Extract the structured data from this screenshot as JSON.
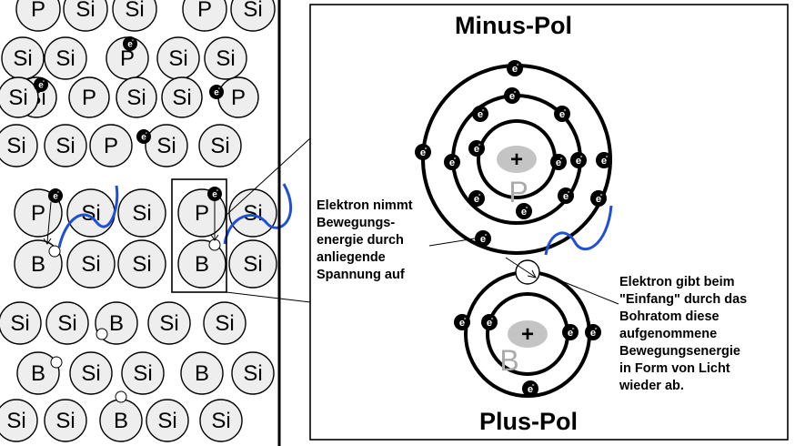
{
  "lattice": {
    "rows": [
      [
        "P",
        "Si",
        "Si",
        "P",
        "Si"
      ],
      [
        "Si",
        "Si",
        "P",
        "Si",
        "Si"
      ],
      [
        "Si",
        "P",
        "Si",
        "Si",
        "P",
        "Si"
      ],
      [
        "Si",
        "Si",
        "P",
        "Si",
        "Si"
      ],
      [
        "P",
        "Si",
        "Si",
        "P",
        "Si"
      ],
      [
        "B",
        "Si",
        "Si",
        "B",
        "Si"
      ],
      [
        "Si",
        "Si",
        "B",
        "Si",
        "Si"
      ],
      [
        "B",
        "Si",
        "Si",
        "B",
        "Si"
      ],
      [
        "Si",
        "Si",
        "B",
        "Si",
        "Si"
      ]
    ],
    "electron_symbol": "e",
    "electron_charge": "-"
  },
  "diagram": {
    "top_title": "Minus-Pol",
    "bottom_title": "Plus-Pol",
    "nucleus_sign": "+",
    "phosphorus_label": "P",
    "boron_label": "B",
    "left_note": [
      "Elektron nimmt",
      "Bewegungs-",
      "energie durch",
      "anliegende",
      "Spannung auf"
    ],
    "right_note": [
      "Elektron gibt beim",
      "\"Einfang\" durch das",
      "Bohratom diese",
      "aufgenommene",
      "Bewegungsenergie",
      "in Form von Licht",
      "wieder ab."
    ]
  },
  "colors": {
    "wave": "#1f4fd6",
    "atom_fill": "#eeeeee",
    "nucleus_fill": "#c4c4c4",
    "ghost_label": "#aaaaaa",
    "electron": "#000000"
  }
}
